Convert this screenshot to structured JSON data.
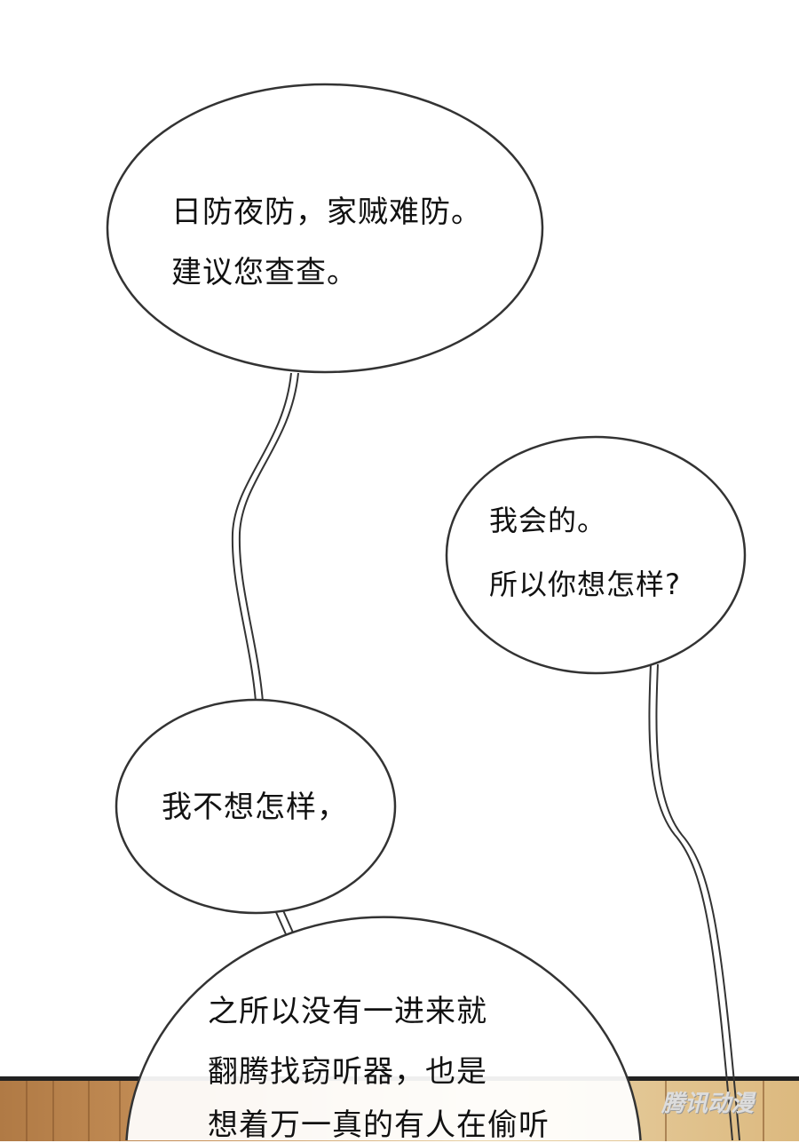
{
  "bubbles": [
    {
      "lines": [
        "日防夜防，家贼难防。",
        "建议您查查。"
      ]
    },
    {
      "lines": [
        "我会的。",
        "所以你想怎样?"
      ]
    },
    {
      "lines": [
        "我不想怎样，"
      ]
    },
    {
      "lines": [
        "之所以没有一进来就",
        "翻腾找窃听器，也是",
        "想着万一真的有人在偷听"
      ]
    }
  ],
  "watermark": "腾讯动漫",
  "colors": {
    "wood_left": "#b9834f",
    "wood_right": "#e2c28c",
    "outline": "#333333"
  }
}
